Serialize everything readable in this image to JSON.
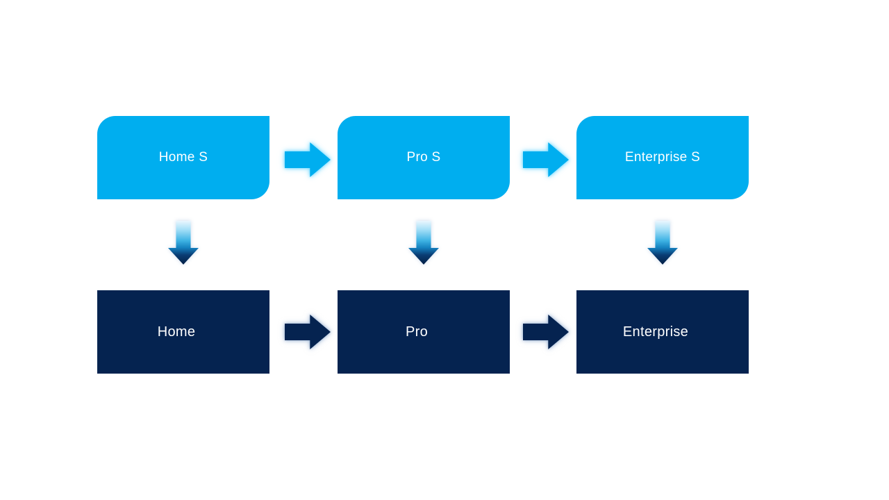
{
  "colors": {
    "light_blue": "#00AEEF",
    "navy": "#052350",
    "text": "#FFFFFF",
    "background": "#FFFFFF"
  },
  "diagram": {
    "type": "process-flow",
    "columns": [
      {
        "top": "Home S",
        "bottom": "Home"
      },
      {
        "top": "Pro S",
        "bottom": "Pro"
      },
      {
        "top": "Enterprise S",
        "bottom": "Enterprise"
      }
    ],
    "arrows": {
      "top_row": "right",
      "bottom_row": "right",
      "between_rows": "down"
    }
  }
}
